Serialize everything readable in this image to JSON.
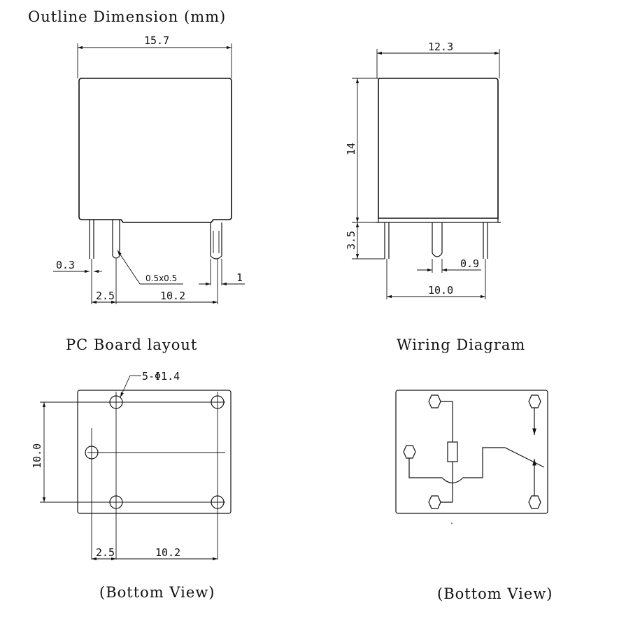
{
  "titles": {
    "outline": "Outline Dimension (mm)",
    "pcb": "PC Board layout",
    "wiring": "Wiring Diagram",
    "bottom_view_left": "(Bottom View)",
    "bottom_view_right": "(Bottom View)"
  },
  "front_view": {
    "width": "15.7",
    "pin_thickness": "0.3",
    "pin_section": "0.5x0.5",
    "pin_offset": "1",
    "pitch_a": "2.5",
    "pitch_b": "10.2"
  },
  "side_view": {
    "width": "12.3",
    "height": "14",
    "pin_length": "3.5",
    "pin_gap": "0.9",
    "pin_span": "10.0"
  },
  "pcb_layout": {
    "hole_spec": "5-Φ1.4",
    "vertical_span": "10.0",
    "pitch_a": "2.5",
    "pitch_b": "10.2"
  }
}
